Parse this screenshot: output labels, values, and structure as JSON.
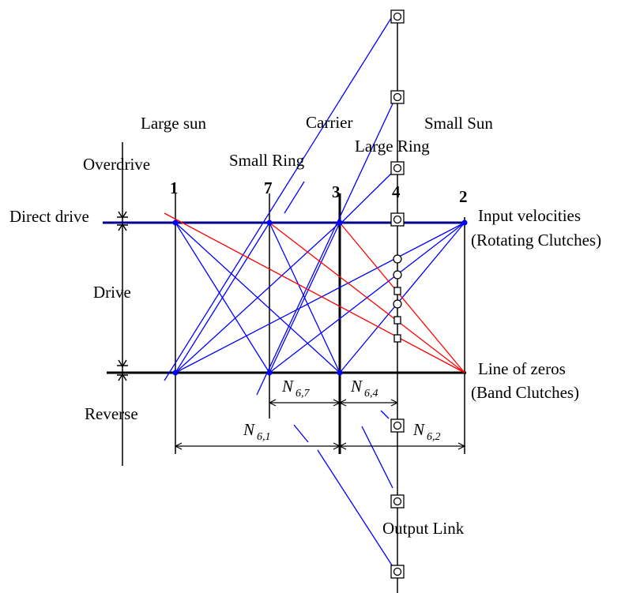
{
  "left_labels": {
    "overdrive": "Overdrive",
    "direct_drive": "Direct drive",
    "drive": "Drive",
    "reverse": "Reverse"
  },
  "top_labels": {
    "large_sun": "Large sun",
    "carrier": "Carrier",
    "small_sun": "Small Sun",
    "large_ring": "Large Ring",
    "small_ring": "Small Ring"
  },
  "node_numbers": {
    "n1": "1",
    "n7": "7",
    "n3": "3",
    "n4": "4",
    "n2": "2"
  },
  "right_labels": {
    "input_line1": "Input velocities",
    "input_line2": "(Rotating Clutches)",
    "zeros_line1": "Line of zeros",
    "zeros_line2": "(Band Clutches)"
  },
  "output_label": "Output Link",
  "dimensions": {
    "n67": {
      "base": "N",
      "sub": "6,7"
    },
    "n64": {
      "base": "N",
      "sub": "6,4"
    },
    "n61": {
      "base": "N",
      "sub": "6,1"
    },
    "n62": {
      "base": "N",
      "sub": "6,2"
    }
  },
  "colors": {
    "blue": "#0000ff",
    "red": "#ff0000",
    "navy": "#00008b",
    "black": "#000000"
  }
}
